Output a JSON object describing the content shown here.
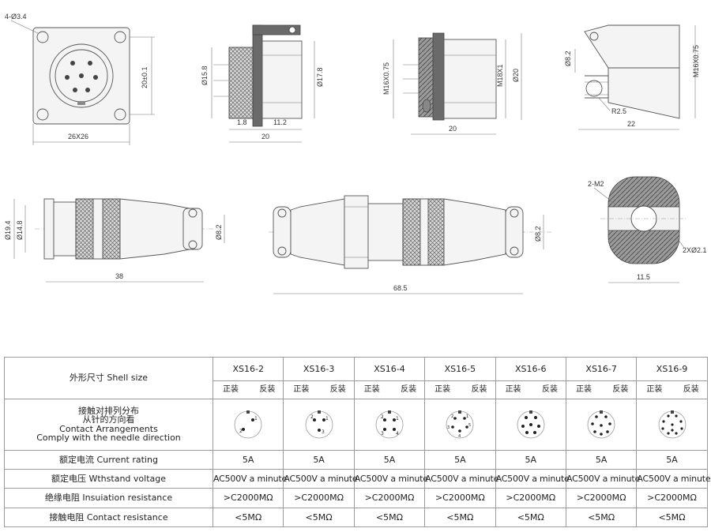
{
  "drawings": {
    "top_row": {
      "flange_holes": "4-Ø3.4",
      "height_tol": "20±0.1",
      "square_size": "26X26",
      "side1_d1": "Ø15.8",
      "side1_d2": "Ø17.8",
      "side1_l1": "1.8",
      "side1_l2": "11.2",
      "side1_total": "20",
      "side2_thread": "M16X0.75",
      "side2_thread2": "M18X1",
      "side2_d": "Ø20",
      "side2_total": "20",
      "side3_d": "Ø8.2",
      "side3_radius": "R2.5",
      "side3_thread": "M16X0.75",
      "side3_total": "22"
    },
    "bottom_row": {
      "plug_d1": "Ø19.4",
      "plug_d2": "Ø14.8",
      "plug_cable": "Ø8.2",
      "plug_length": "38",
      "inline_cable": "Ø8.2",
      "inline_length": "68.5",
      "end_screws": "2-M2",
      "end_holes": "2XØ2.1",
      "end_width": "11.5"
    }
  },
  "table": {
    "shell_size_label": "外形尺寸 Shell size",
    "models": [
      "XS16-2",
      "XS16-3",
      "XS16-4",
      "XS16-5",
      "XS16-6",
      "XS16-7",
      "XS16-9"
    ],
    "mount_normal": "正装",
    "mount_reverse": "反装",
    "contact_label": {
      "line1": "接触对排列分布",
      "line2": "从针的方向看",
      "line3": "Contact Arrangements",
      "line4": "Comply with the needle direction"
    },
    "pin_labels": {
      "XS16-2": [
        "1",
        "2"
      ],
      "XS16-3": [
        "1",
        "2",
        "3"
      ],
      "XS16-4": [
        "1",
        "2",
        "3",
        "4"
      ],
      "XS16-5": [
        "1",
        "2",
        "3",
        "4",
        "5"
      ]
    },
    "rows": [
      {
        "label": "额定电流  Current rating",
        "values": [
          "5A",
          "5A",
          "5A",
          "5A",
          "5A",
          "5A",
          "5A"
        ]
      },
      {
        "label": "额定电压  Wthstand voltage",
        "values": [
          "AC500V a minute",
          "AC500V a minute",
          "AC500V a minute",
          "AC500V a minute",
          "AC500V a minute",
          "AC500V a minute",
          "AC500V a minute"
        ]
      },
      {
        "label": "绝缘电阻  Insuiation resistance",
        "values": [
          ">C2000MΩ",
          ">C2000MΩ",
          ">C2000MΩ",
          ">C2000MΩ",
          ">C2000MΩ",
          ">C2000MΩ",
          ">C2000MΩ"
        ]
      },
      {
        "label": "接触电阻  Contact resistance",
        "values": [
          "<5MΩ",
          "<5MΩ",
          "<5MΩ",
          "<5MΩ",
          "<5MΩ",
          "<5MΩ",
          "<5MΩ"
        ]
      }
    ]
  }
}
